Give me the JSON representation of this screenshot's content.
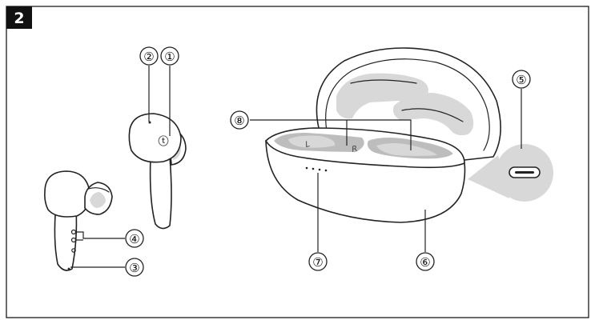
{
  "figure": {
    "number": "2",
    "logo_text": "ⓣ"
  },
  "callouts": [
    {
      "id": "c1",
      "label": "①"
    },
    {
      "id": "c2",
      "label": "②"
    },
    {
      "id": "c3",
      "label": "③"
    },
    {
      "id": "c4",
      "label": "④"
    },
    {
      "id": "c5",
      "label": "⑤"
    },
    {
      "id": "c6",
      "label": "⑥"
    },
    {
      "id": "c7",
      "label": "⑦"
    },
    {
      "id": "c8",
      "label": "⑧"
    }
  ],
  "case_marks": {
    "left": "L",
    "right": "R"
  },
  "icons": {
    "port": "usb-c-port-icon"
  }
}
